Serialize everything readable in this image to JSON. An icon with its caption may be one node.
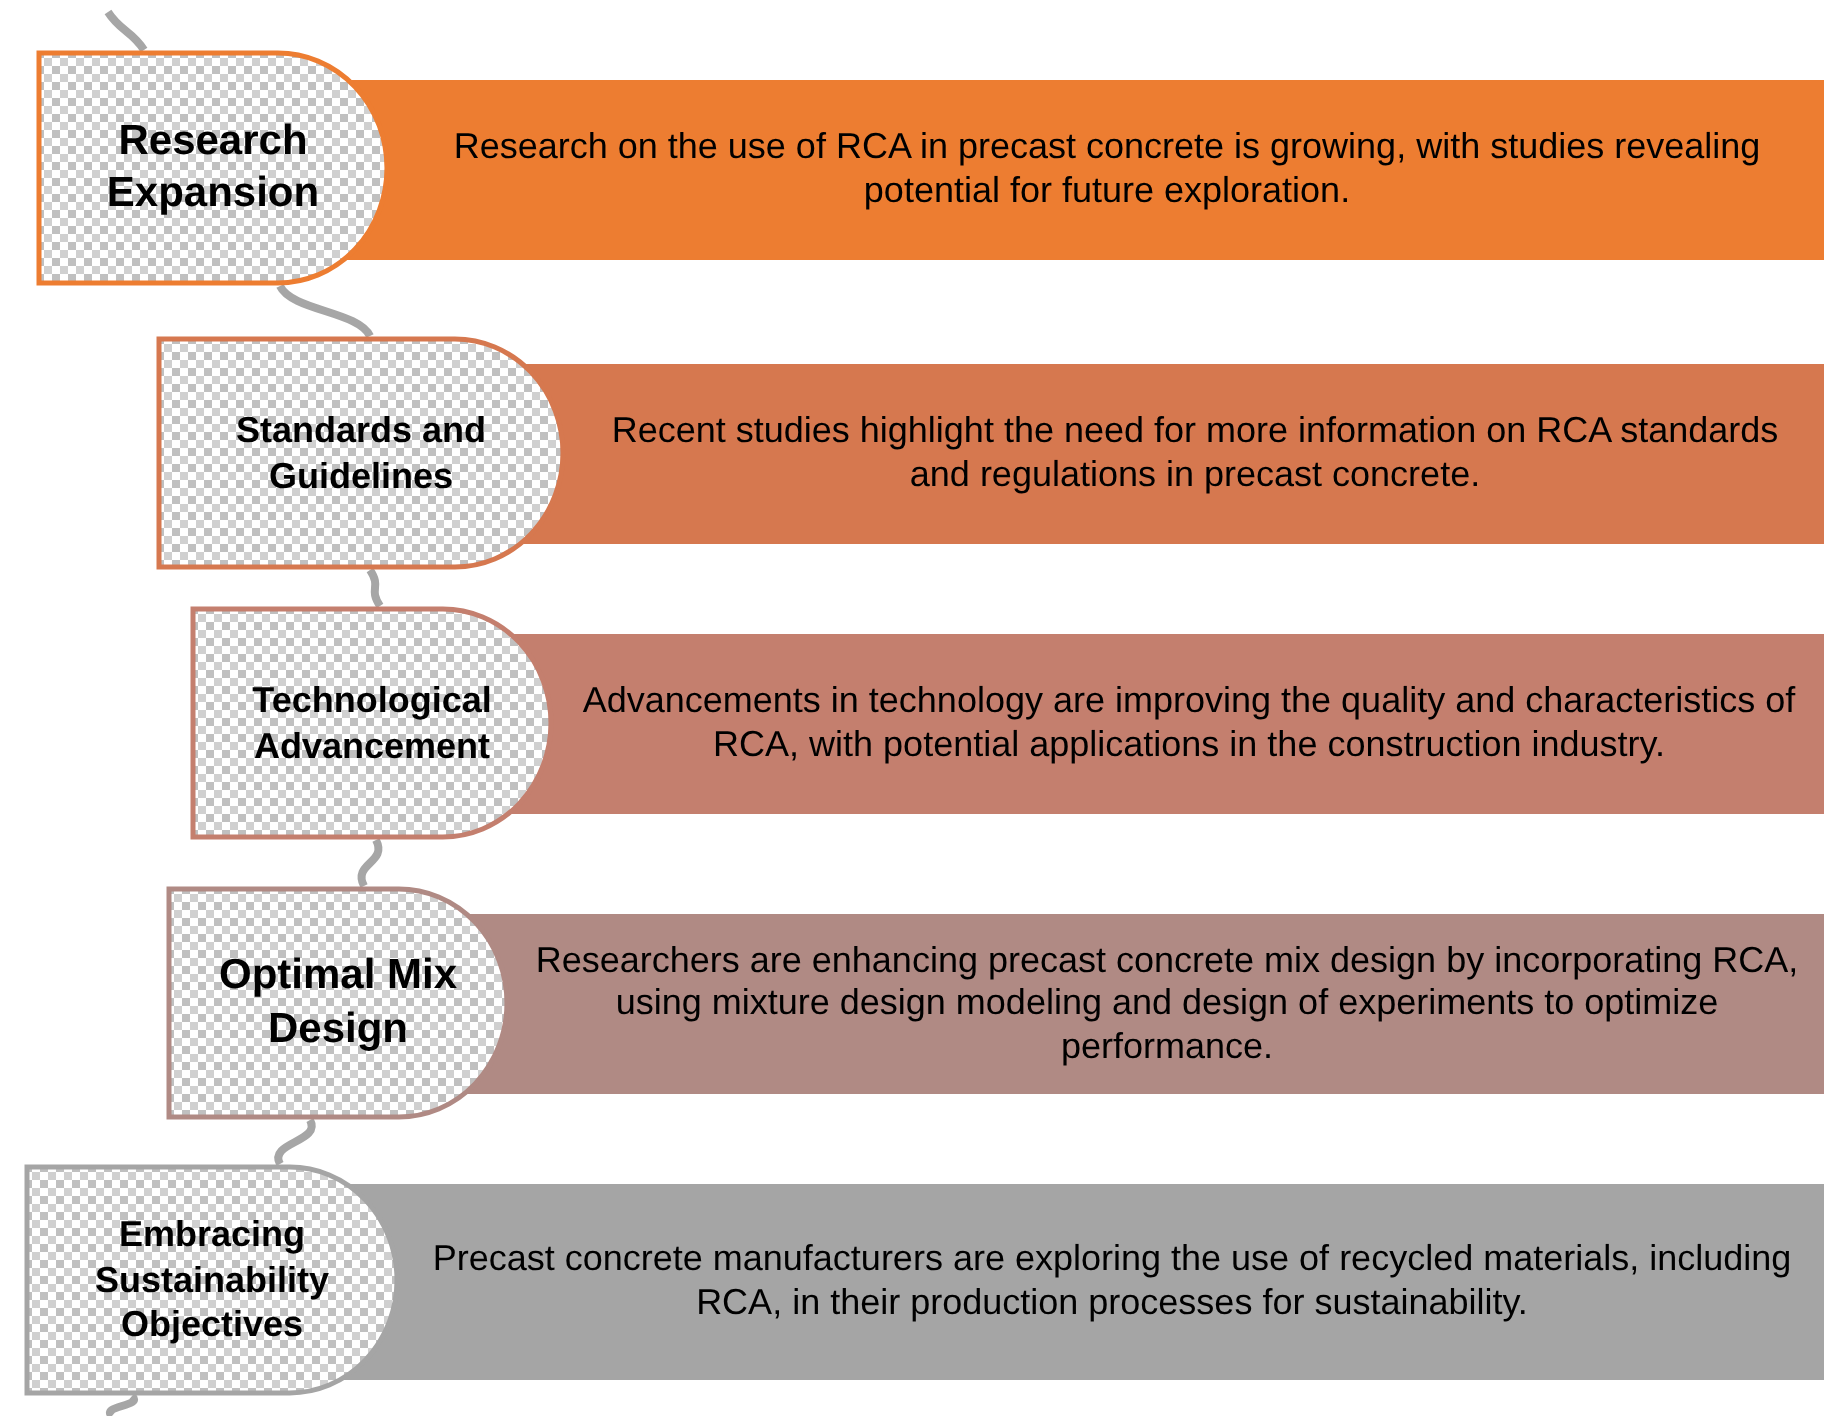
{
  "diagram": {
    "nodes": [
      {
        "text": [
          "Research Expansion"
        ]
      },
      {
        "text": [
          "Research on the use of RCA in precast concrete is growing, with studies revealing potential for future exploration."
        ]
      },
      {
        "text": [
          "Standards and Guidelines"
        ]
      },
      {
        "text": [
          "Recent studies highlight the need for more information on RCA standards and regulations in precast concrete."
        ]
      },
      {
        "text": [
          "Technological Advancement"
        ]
      },
      {
        "text": [
          "Advancements in technology are improving the quality and characteristics of RCA, with potential applications in the construction industry."
        ]
      },
      {
        "text": [
          "Optimal Mix Design"
        ]
      },
      {
        "text": [
          "Researchers are enhancing precast concrete mix design by incorporating RCA, using mixture design modeling and design of experiments to optimize performance."
        ]
      },
      {
        "text": [
          "Embracing Sustainability Objectives"
        ]
      },
      {
        "text": [
          "Precast concrete manufacturers are exploring the use of recycled materials, including RCA, in their production processes for sustainability."
        ]
      }
    ],
    "edges": [
      {
        "from": null,
        "to": 0,
        "arrow": "none"
      },
      {
        "from": 0,
        "to": 2,
        "arrow": "none"
      },
      {
        "from": 2,
        "to": 4,
        "arrow": "none"
      },
      {
        "from": 4,
        "to": 6,
        "arrow": "none"
      },
      {
        "from": 6,
        "to": 8,
        "arrow": "none"
      },
      {
        "from": 8,
        "to": null,
        "arrow": "none"
      }
    ]
  }
}
